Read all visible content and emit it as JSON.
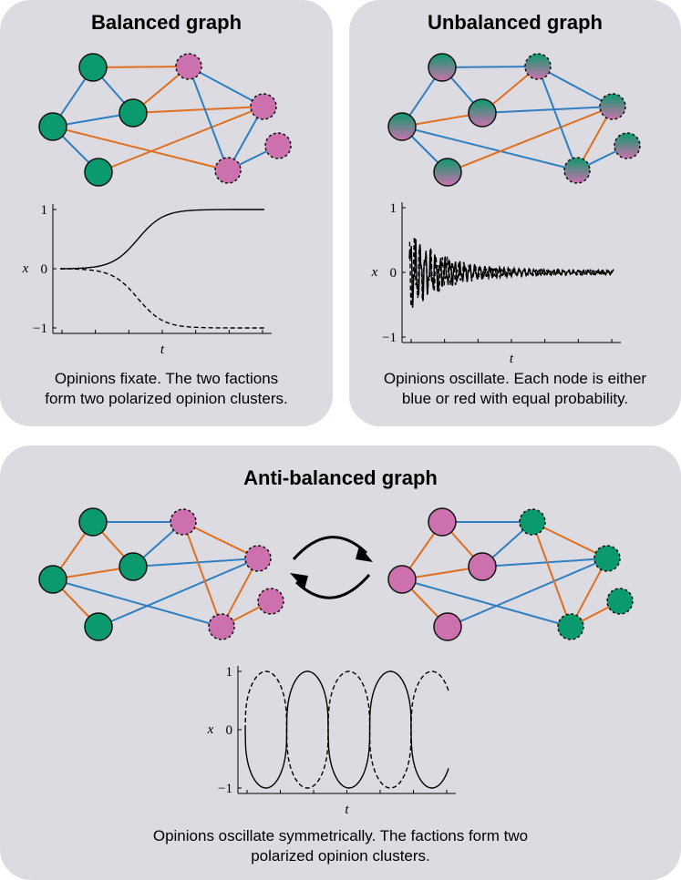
{
  "panels": {
    "balanced": {
      "title": "Balanced graph",
      "caption_line1": "Opinions fixate. The two factions",
      "caption_line2": "form two polarized opinion clusters.",
      "xlabel": "t",
      "ylabel": "x",
      "yticks": [
        "1",
        "0",
        "−1"
      ]
    },
    "unbalanced": {
      "title": "Unbalanced graph",
      "caption_line1": "Opinions oscillate. Each node is either",
      "caption_line2": "blue or red with equal probability.",
      "xlabel": "t",
      "ylabel": "x",
      "yticks": [
        "1",
        "0",
        "−1"
      ]
    },
    "antibalanced": {
      "title": "Anti-balanced graph",
      "caption_line1": "Opinions oscillate symmetrically. The factions form two",
      "caption_line2": "polarized opinion clusters.",
      "xlabel": "t",
      "ylabel": "x",
      "yticks": [
        "1",
        "0",
        "−1"
      ]
    }
  },
  "colors": {
    "panel_bg": "#dcdbe2",
    "faction_green": "#0b9a6d",
    "faction_pink": "#cc71ad",
    "positive_edge": "#2f7fc1",
    "negative_edge": "#e07020"
  },
  "chart_data": [
    {
      "type": "line",
      "ylim": [
        -1,
        1
      ],
      "series": [
        {
          "style": "solid",
          "shape": "sigmoid rising from 0 to 1"
        },
        {
          "style": "dashed",
          "shape": "sigmoid falling from 0 to −1"
        }
      ]
    },
    {
      "type": "line",
      "ylim": [
        -1,
        1
      ],
      "series": [
        {
          "style": "solid",
          "shape": "damped noisy oscillation around 0, initial amplitude about 0.4"
        },
        {
          "style": "dashed",
          "shape": "damped noisy oscillation around 0, initial amplitude about 0.4"
        }
      ]
    },
    {
      "type": "line",
      "ylim": [
        -1,
        1
      ],
      "series": [
        {
          "style": "solid",
          "shape": "square-like oscillation between 1 and −1, starting downward"
        },
        {
          "style": "dashed",
          "shape": "square-like oscillation between 1 and −1, starting upward (mirror)"
        }
      ]
    }
  ]
}
